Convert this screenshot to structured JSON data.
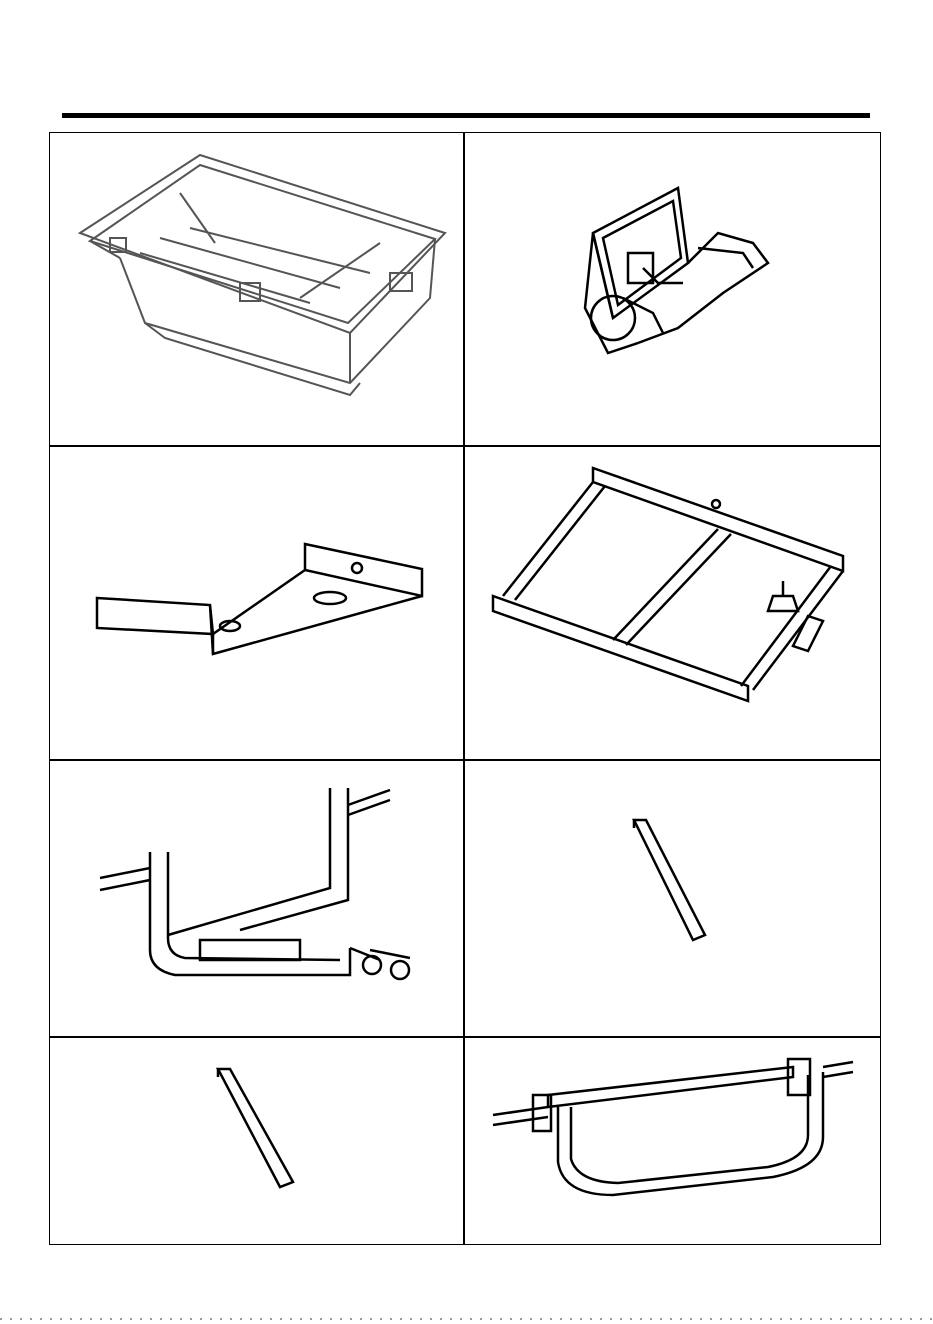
{
  "page": {
    "parts": [
      {
        "id": "basket",
        "icon": "plastic-basket-tub"
      },
      {
        "id": "hitch-cover",
        "icon": "folding-plastic-bracket"
      },
      {
        "id": "plate",
        "icon": "metal-plate-with-flanges"
      },
      {
        "id": "frame",
        "icon": "rectangular-tube-frame"
      },
      {
        "id": "front-axle-frame",
        "icon": "u-frame-with-axle-stubs"
      },
      {
        "id": "bar-short-1",
        "icon": "angled-metal-bar"
      },
      {
        "id": "bar-short-2",
        "icon": "angled-metal-bar"
      },
      {
        "id": "rear-axle-frame",
        "icon": "u-frame-with-axle-stubs"
      }
    ],
    "colors": {
      "line": "#000000",
      "background": "#ffffff",
      "shade": "#555555"
    }
  }
}
